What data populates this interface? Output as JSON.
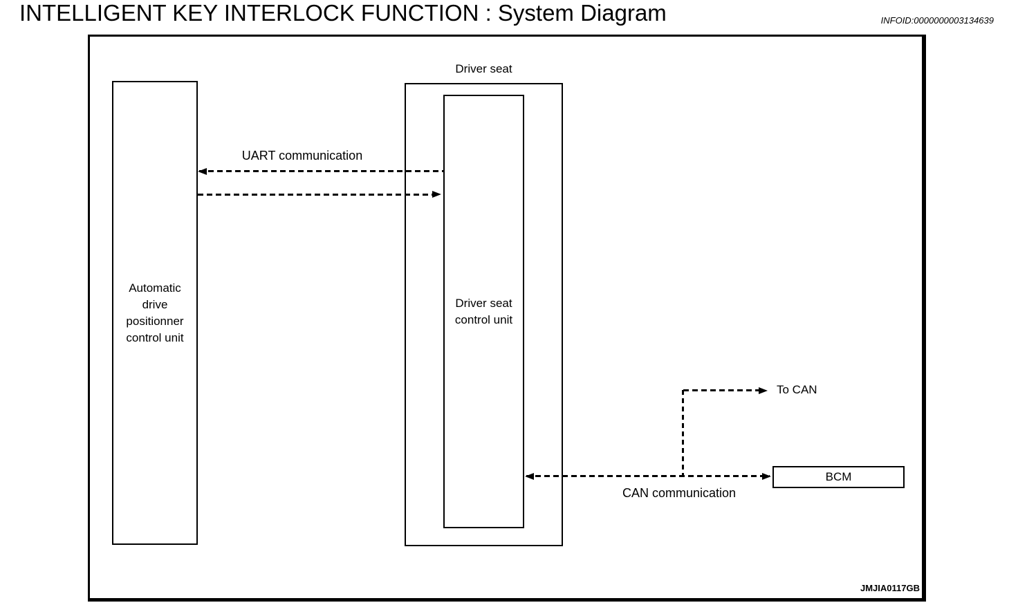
{
  "header": {
    "title": "INTELLIGENT KEY INTERLOCK FUNCTION : System Diagram",
    "infoid": "INFOID:0000000003134639"
  },
  "diagram": {
    "figure_code": "JMJIA0117GB",
    "boxes": {
      "adp": {
        "label": "Automatic\ndrive\npositionner\ncontrol unit"
      },
      "driver_seat": {
        "label": "Driver seat"
      },
      "dscu": {
        "label": "Driver seat\ncontrol unit"
      },
      "bcm": {
        "label": "BCM"
      }
    },
    "connections": {
      "uart": {
        "label": "UART communication",
        "style": "dashed",
        "direction": "bidirectional"
      },
      "can": {
        "label": "CAN communication",
        "style": "dashed",
        "direction": "bidirectional"
      },
      "to_can": {
        "label": "To CAN",
        "style": "dashed",
        "direction": "outgoing"
      }
    },
    "colors": {
      "line": "#000000",
      "text": "#000000",
      "background": "#ffffff"
    }
  }
}
